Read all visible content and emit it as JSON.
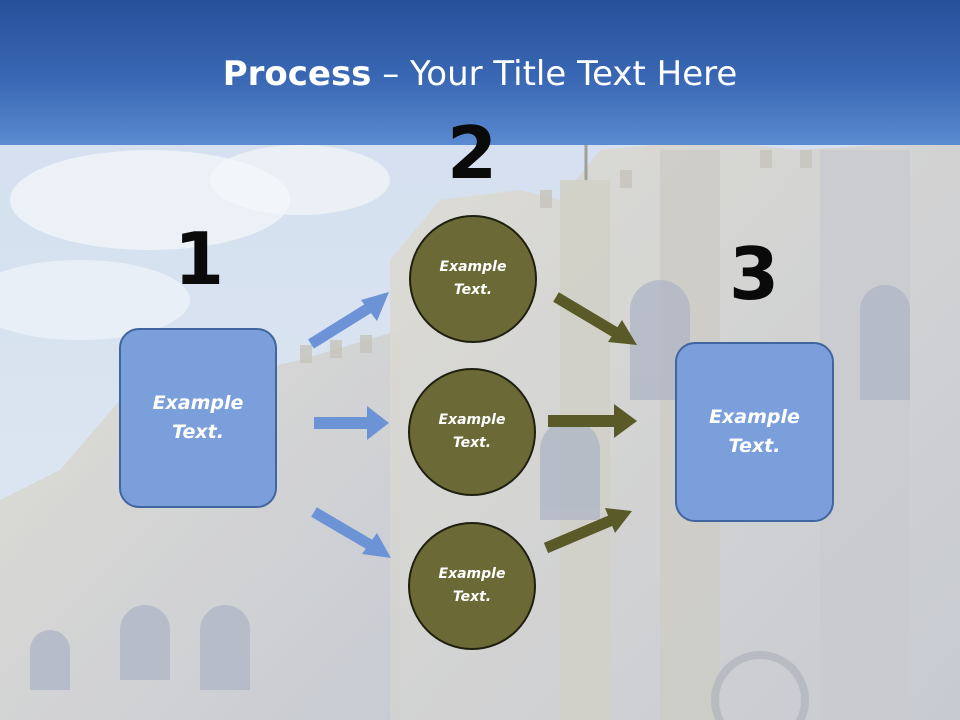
{
  "title": {
    "bold": "Process",
    "rest": " – Your Title Text Here"
  },
  "steps": {
    "one": "1",
    "two": "2",
    "three": "3"
  },
  "boxes": {
    "left": "Example\nText.",
    "right": "Example\nText."
  },
  "circles": {
    "top": "Example\nText.",
    "middle": "Example\nText.",
    "bottom": "Example\nText."
  },
  "colors": {
    "header": "#3a68b4",
    "box_fill": "#7b9fdb",
    "circle_fill": "#6b6a36",
    "blue_arrow": "#6b93d6",
    "olive_arrow": "#5a5a28"
  }
}
